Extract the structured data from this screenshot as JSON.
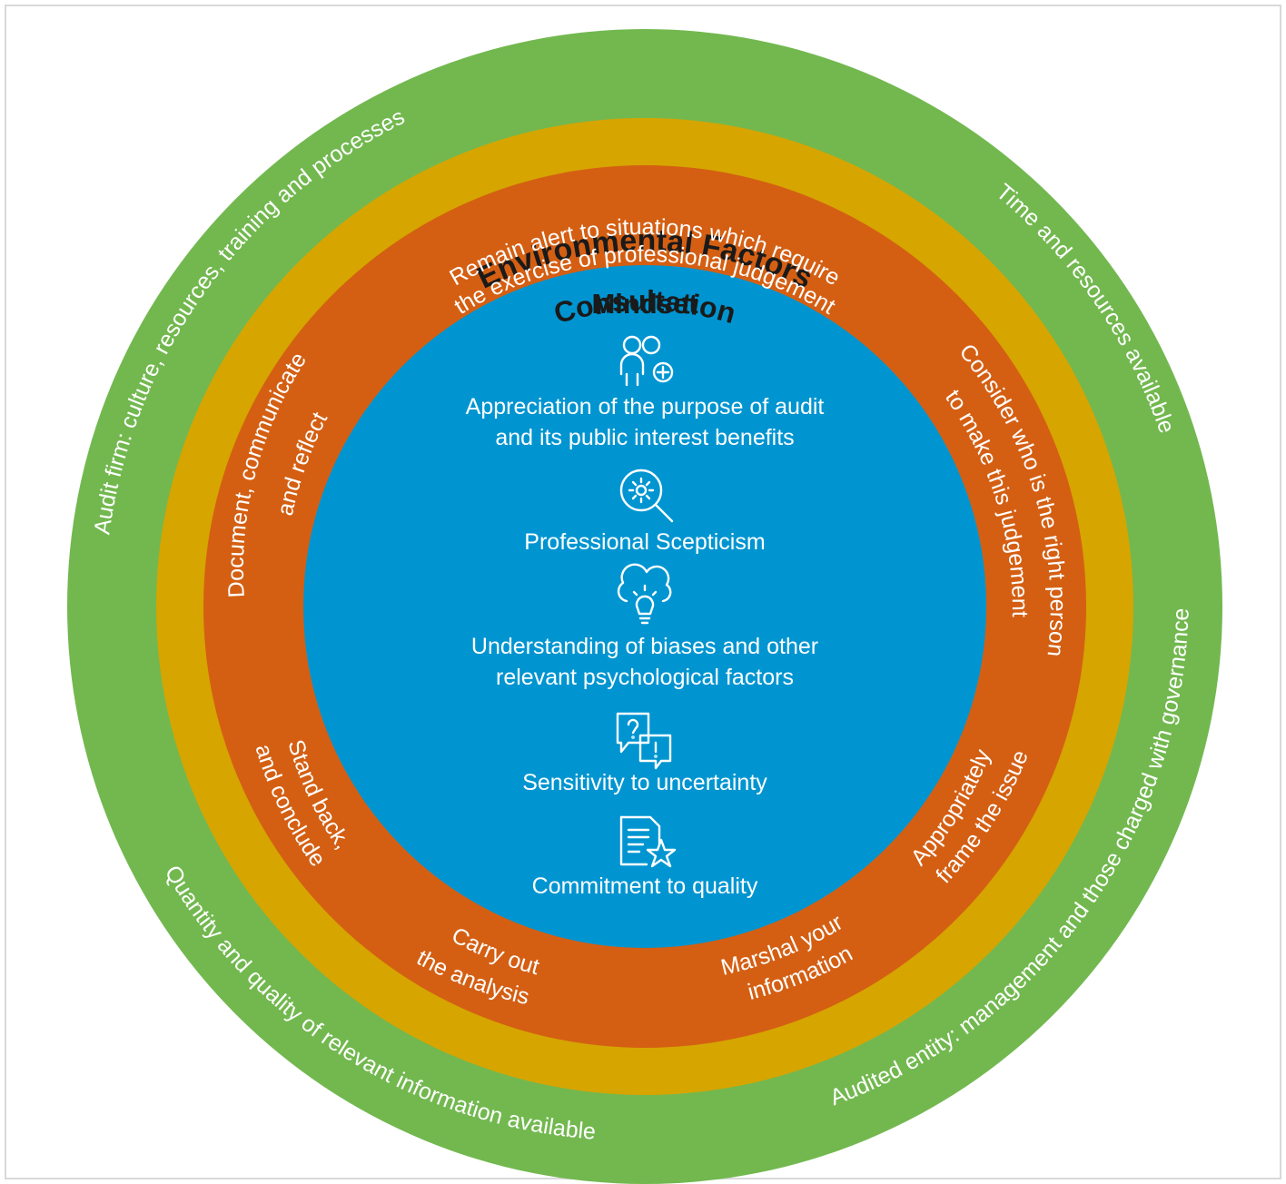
{
  "diagram": {
    "colors": {
      "environmental": "#72b84f",
      "consultation": "#d6a500",
      "process": "#d45f13",
      "mindset": "#0095d1",
      "border": "#d9d9d9"
    },
    "rings": {
      "environmental_title": "Environmental Factors",
      "consultation_title": "Consultation",
      "mindset_title": "Mindset"
    },
    "environmental_factors": {
      "audit_firm": "Audit firm: culture, resources, training and processes",
      "time_resources": "Time and resources available",
      "audited_entity": "Audited entity: management and those charged with governance",
      "information_available": "Quantity and quality of relevant information available"
    },
    "process_steps": {
      "remain_alert": [
        "Remain alert to situations which require",
        "the exercise of professional judgement"
      ],
      "consider_who": [
        "Consider who is the right person",
        "to make this judgement"
      ],
      "frame_issue": [
        "Appropriately",
        "frame the issue"
      ],
      "marshal": [
        "Marshal your",
        "information"
      ],
      "carry_out": [
        "Carry out",
        "the analysis"
      ],
      "stand_back": [
        "Stand back,",
        "and conclude"
      ],
      "document": [
        "Document, communicate",
        "and reflect"
      ]
    },
    "mindset_items": [
      {
        "icon": "people-add-icon",
        "lines": [
          "Appreciation of the purpose of audit",
          "and its public interest benefits"
        ]
      },
      {
        "icon": "gear-search-icon",
        "lines": [
          "Professional Scepticism"
        ]
      },
      {
        "icon": "cloud-lightbulb-icon",
        "lines": [
          "Understanding of biases and other",
          "relevant psychological factors"
        ]
      },
      {
        "icon": "question-chat-icon",
        "lines": [
          "Sensitivity to uncertainty"
        ]
      },
      {
        "icon": "document-star-icon",
        "lines": [
          "Commitment to quality"
        ]
      }
    ]
  }
}
